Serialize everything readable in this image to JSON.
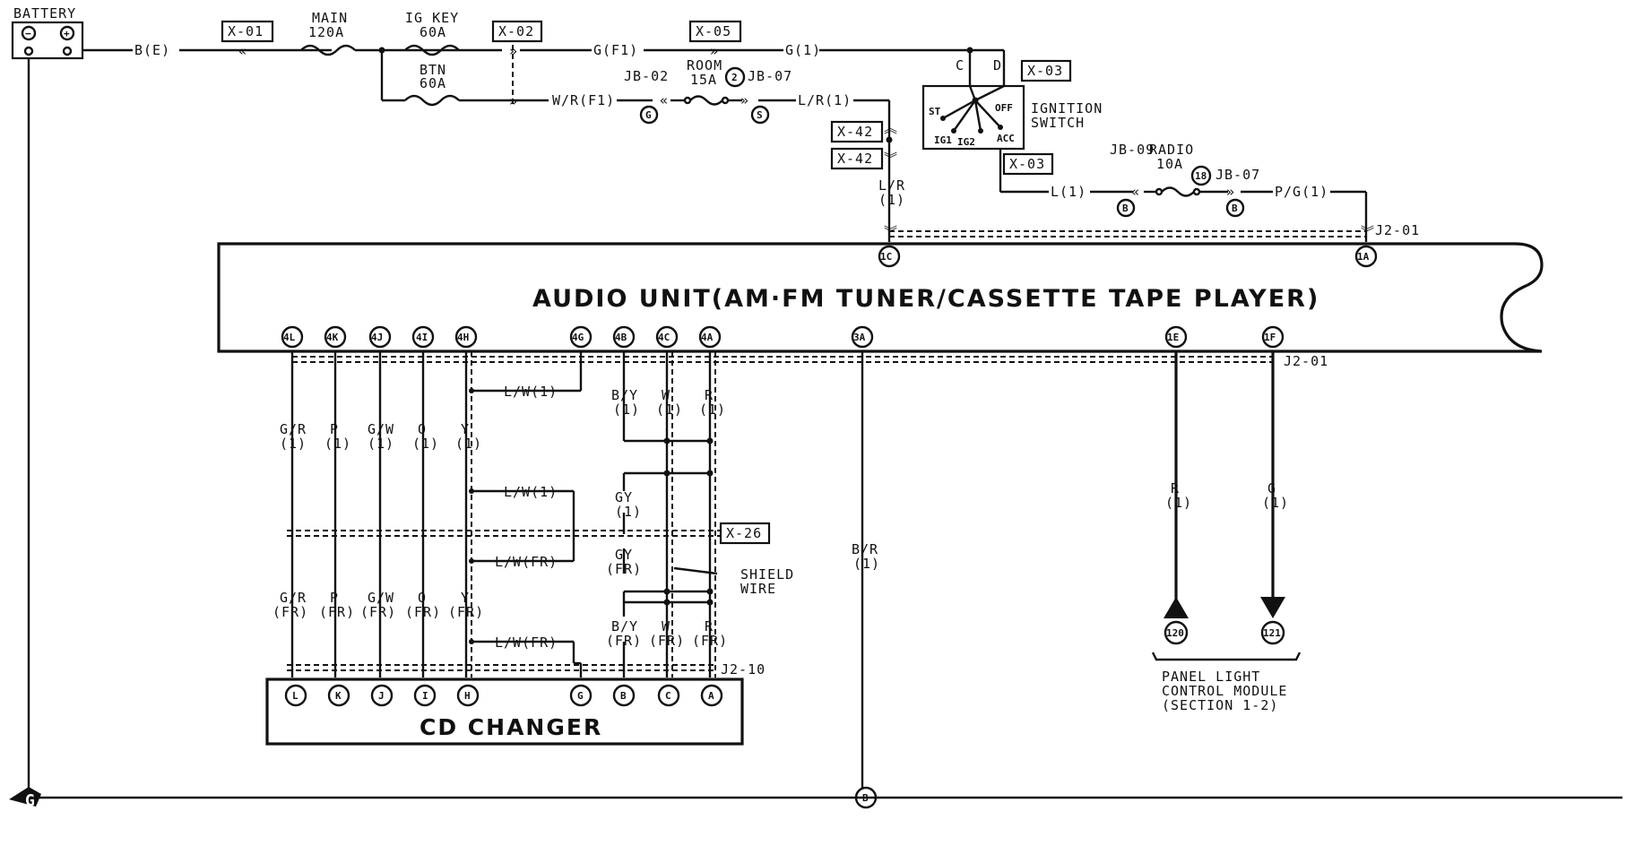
{
  "battery": {
    "label": "BATTERY",
    "neg": "−",
    "pos": "+"
  },
  "ground": {
    "label": "G"
  },
  "wires_top": {
    "b_e": "B(E)",
    "g_f1": "G(F1)",
    "g_1": "G(1)",
    "wr_f1": "W/R(F1)",
    "lr_1": "L/R(1)",
    "lr": "L/R",
    "lr_n": "(1)",
    "l_1": "L(1)",
    "pg_1": "P/G(1)"
  },
  "fuses": {
    "main": {
      "name": "MAIN",
      "rating": "120A"
    },
    "ig_key": {
      "name": "IG KEY",
      "rating": "60A"
    },
    "btn": {
      "name": "BTN",
      "rating": "60A"
    },
    "room": {
      "name": "ROOM",
      "rating": "15A",
      "num": "2"
    },
    "radio": {
      "name": "RADIO",
      "rating": "10A",
      "num": "18"
    }
  },
  "connectors": {
    "x01": "X-01",
    "x02": "X-02",
    "x05": "X-05",
    "x03a": "X-03",
    "x03b": "X-03",
    "x42a": "X-42",
    "x42b": "X-42",
    "x26": "X-26"
  },
  "junctions": {
    "jb02": "JB-02",
    "jb07a": "JB-07",
    "jb09": "JB-09",
    "jb07b": "JB-07",
    "j201a": "J2-01",
    "j201b": "J2-01",
    "j210": "J2-10"
  },
  "circles": {
    "g": "G",
    "s": "S",
    "b1": "B",
    "b2": "B",
    "gnd_b": "B"
  },
  "ignition": {
    "title1": "IGNITION",
    "title2": "SWITCH",
    "c": "C",
    "d": "D",
    "st": "ST",
    "off": "OFF",
    "ig1": "IG1",
    "ig2": "IG2",
    "acc": "ACC"
  },
  "audio_unit": {
    "title": "AUDIO UNIT(AM·FM TUNER/CASSETTE TAPE PLAYER)",
    "pins": [
      "4L",
      "4K",
      "4J",
      "4I",
      "4H",
      "4G",
      "4B",
      "4C",
      "4A",
      "3A",
      "1E",
      "1F",
      "1C",
      "1A"
    ]
  },
  "cd_changer": {
    "title": "CD CHANGER",
    "pins": [
      "L",
      "K",
      "J",
      "I",
      "H",
      "G",
      "B",
      "C",
      "A"
    ]
  },
  "wire_labels": {
    "gr1": "G/R",
    "gr1n": "(1)",
    "p1": "P",
    "p1n": "(1)",
    "gw1": "G/W",
    "gw1n": "(1)",
    "o1": "O",
    "o1n": "(1)",
    "y1": "Y",
    "y1n": "(1)",
    "grfr": "G/R",
    "grfrn": "(FR)",
    "pfr": "P",
    "pfrn": "(FR)",
    "gwfr": "G/W",
    "gwfrn": "(FR)",
    "ofr": "O",
    "ofrn": "(FR)",
    "yfr": "Y",
    "yfrn": "(FR)",
    "lw1a": "L/W(1)",
    "lw1b": "L/W(1)",
    "lwfra": "L/W(FR)",
    "lwfrb": "L/W(FR)",
    "by1": "B/Y",
    "by1n": "(1)",
    "w1": "W",
    "w1n": "(1)",
    "r1": "R",
    "r1n": "(1)",
    "gy1": "GY",
    "gy1n": "(1)",
    "gyfr": "GY",
    "gyfrn": "(FR)",
    "byfr": "B/Y",
    "byfrn": "(FR)",
    "wfr": "W",
    "wfrn": "(FR)",
    "rfr": "R",
    "rfrn": "(FR)",
    "br1": "B/R",
    "br1n": "(1)",
    "r_1e": "R",
    "r_1en": "(1)",
    "g_1f": "G",
    "g_1fn": "(1)",
    "shield1": "SHIELD",
    "shield2": "WIRE"
  },
  "panel_module": {
    "pin120": "120",
    "pin121": "121",
    "line1": "PANEL LIGHT",
    "line2": "CONTROL MODULE",
    "line3": "(SECTION 1-2)"
  }
}
